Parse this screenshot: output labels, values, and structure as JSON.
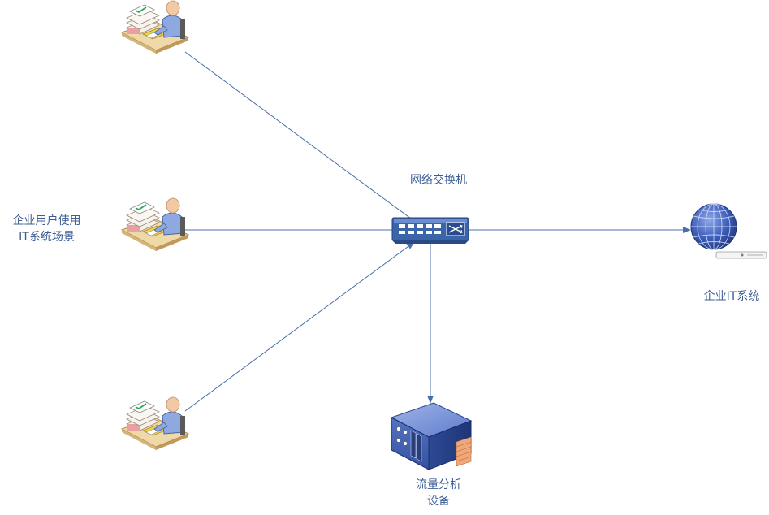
{
  "labels": {
    "switch": "网络交换机",
    "users_line1": "企业用户使用",
    "users_line2": "IT系统场景",
    "enterprise_it": "企业IT系统",
    "analyzer_line1": "流量分析",
    "analyzer_line2": "设备"
  },
  "colors": {
    "line": "#4a6fa8",
    "label": "#3c5e96",
    "switch_body": "#3c64a8",
    "globe": "#3b5cb8"
  }
}
